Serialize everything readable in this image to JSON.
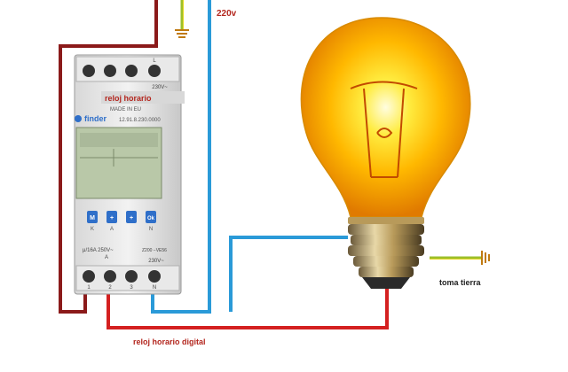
{
  "labels": {
    "voltage": "220v",
    "device_name": "reloj horario",
    "ground": "toma tierra",
    "caption": "reloj horario digital"
  },
  "timer": {
    "brand": "finder",
    "model": "12.91.8.230.0000",
    "made_in": "MADE IN EU",
    "top_rating": "230V~",
    "bottom_rating": "230V~",
    "contact_rating": "μ/16A 250V~",
    "contact_letter": "A",
    "extra_rating": "Z200 −VE56",
    "buttons": [
      "M",
      "+",
      "+",
      "Ok"
    ],
    "button_captions": [
      "K",
      "A",
      "",
      "N"
    ],
    "top_terminals": [
      "",
      "",
      "",
      "L"
    ],
    "bottom_terminals": [
      "1",
      "2",
      "3",
      "N"
    ]
  },
  "colors": {
    "phase_wire": "#8b1a1a",
    "neutral_wire": "#2a9ad8",
    "lamp_wire": "#d42020",
    "ground_wire": "#9cbf2b",
    "label_red": "#b3261e",
    "button_blue": "#2f6fc9"
  }
}
